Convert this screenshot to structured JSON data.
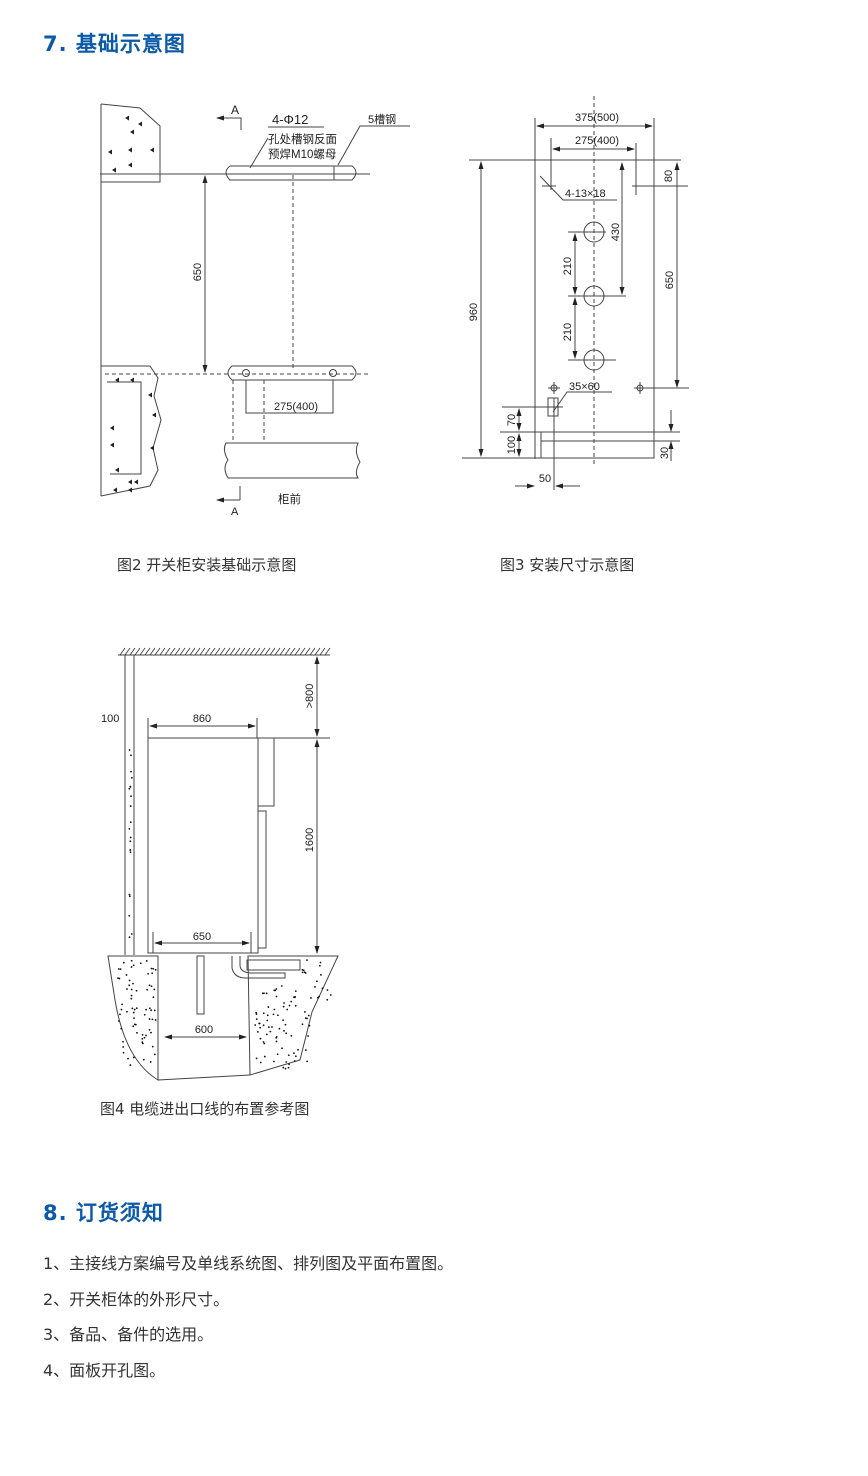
{
  "section7": {
    "title": "7. 基础示意图"
  },
  "fig2": {
    "caption": "图2  开关柜安装基础示意图",
    "hole_label": "4-Φ12",
    "note_line1": "孔处槽钢反面",
    "note_line2": "预焊M10螺母",
    "channel_label": "5槽钢",
    "dim_650": "650",
    "dim_275": "275(400)",
    "section_mark_top": "A",
    "section_mark_bottom": "A",
    "front_label": "柜前"
  },
  "fig3": {
    "caption": "图3  安装尺寸示意图",
    "dim_375": "375(500)",
    "dim_275": "275(400)",
    "slot_label": "4-13×18",
    "dim_80": "80",
    "dim_430": "430",
    "dim_210a": "210",
    "dim_210b": "210",
    "dim_650": "650",
    "dim_960": "960",
    "rect_label": "35×60",
    "dim_70": "70",
    "dim_100": "100",
    "dim_30": "30",
    "dim_50": "50"
  },
  "fig4": {
    "caption": "图4  电缆进出口线的布置参考图",
    "dim_100": "100",
    "dim_860": "860",
    "dim_800": ">800",
    "dim_1600": "1600",
    "dim_650": "650",
    "dim_600": "600"
  },
  "section8": {
    "title": "8. 订货须知",
    "items": [
      "1、主接线方案编号及单线系统图、排列图及平面布置图。",
      "2、开关柜体的外形尺寸。",
      "3、备品、备件的选用。",
      "4、面板开孔图。"
    ]
  }
}
